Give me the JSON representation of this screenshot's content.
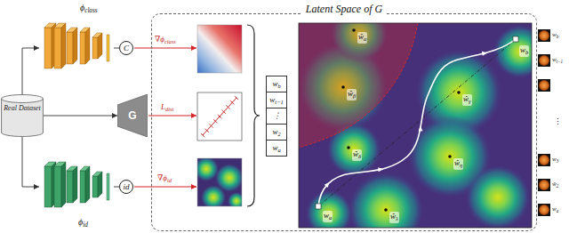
{
  "diagram": {
    "nodes": [
      {
        "text": [
          "Real Dataset"
        ]
      },
      {
        "text": [
          "ϕclass"
        ]
      },
      {
        "text": [
          "C"
        ]
      },
      {
        "text": [
          "ϕid"
        ]
      },
      {
        "text": [
          "id"
        ]
      },
      {
        "text": [
          "G"
        ]
      },
      {
        "text": [
          "Latent Space of G"
        ]
      },
      {
        "text": [
          "wb",
          "wt−1",
          "⋮",
          "w2",
          "wa"
        ],
        "in": 6
      },
      {
        "text": [
          "ŵα",
          "ŵβ",
          "ŵγ",
          "ŵδ",
          "ŵη",
          "ŵλ",
          "wb",
          "wa"
        ],
        "in": 6
      }
    ],
    "edges": [
      {
        "from": 0,
        "to": 1,
        "arrow": "to"
      },
      {
        "from": 0,
        "to": 5,
        "arrow": "to"
      },
      {
        "from": 0,
        "to": 3,
        "arrow": "to"
      },
      {
        "from": 1,
        "to": 2,
        "arrow": "none"
      },
      {
        "from": 3,
        "to": 4,
        "arrow": "none"
      }
    ],
    "labels": [
      "∇ϕclass",
      "Ldist",
      "∇ϕid",
      "wb",
      "wt−1",
      "⋮",
      "w3",
      "ŵ2",
      "wa"
    ]
  }
}
